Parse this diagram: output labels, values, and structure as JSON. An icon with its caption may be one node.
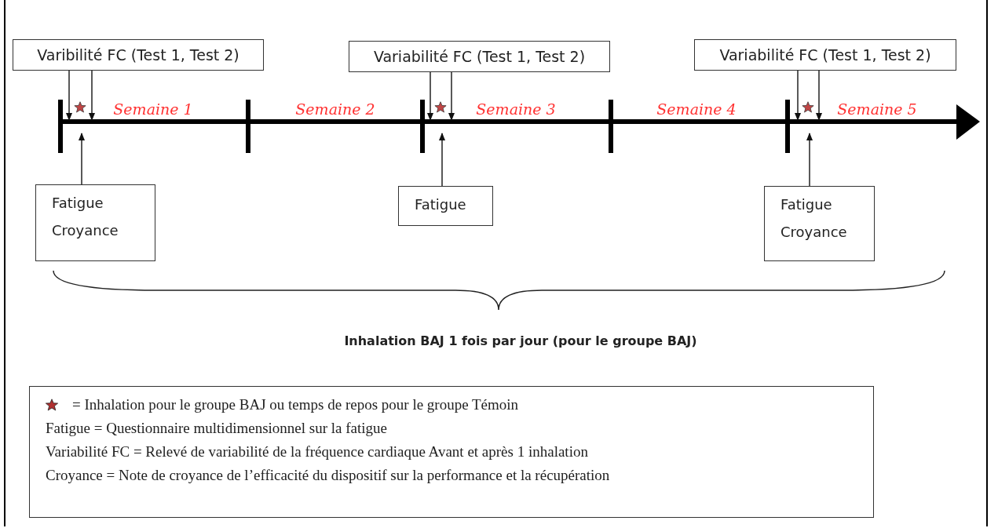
{
  "diagram": {
    "nodes": [
      {
        "text": [
          "Varibilité FC (Test 1, Test 2)"
        ]
      },
      {
        "text": [
          "Variabilité FC (Test 1, Test 2)"
        ]
      },
      {
        "text": [
          "Variabilité FC (Test 1, Test 2)"
        ]
      },
      {
        "text": [
          "Fatigue",
          "Croyance"
        ]
      },
      {
        "text": [
          "Fatigue"
        ]
      },
      {
        "text": [
          "Fatigue",
          "Croyance"
        ]
      },
      {
        "text": [
          "= Inhalation pour le groupe BAJ ou temps de repos pour le groupe Témoin",
          "Fatigue = Questionnaire multidimensionnel sur la fatigue",
          "Variabilité FC = Relevé de variabilité de la fréquence cardiaque Avant et après 1 inhalation",
          "Croyance = Note de croyance de l’efficacité du dispositif sur la performance et la récupération"
        ]
      }
    ],
    "edges": [
      {
        "from": 0,
        "to": null,
        "arrow": "to"
      },
      {
        "from": 0,
        "to": null,
        "arrow": "to"
      },
      {
        "from": 1,
        "to": null,
        "arrow": "to"
      },
      {
        "from": 1,
        "to": null,
        "arrow": "to"
      },
      {
        "from": 2,
        "to": null,
        "arrow": "to"
      },
      {
        "from": 2,
        "to": null,
        "arrow": "to"
      },
      {
        "from": 3,
        "to": null,
        "arrow": "to"
      },
      {
        "from": 4,
        "to": null,
        "arrow": "to"
      },
      {
        "from": 5,
        "to": null,
        "arrow": "to"
      }
    ],
    "labels": [
      "Semaine 1",
      "Semaine 2",
      "Semaine 3",
      "Semaine 4",
      "Semaine 5",
      "Inhalation BAJ 1 fois par jour (pour le groupe BAJ)"
    ]
  }
}
